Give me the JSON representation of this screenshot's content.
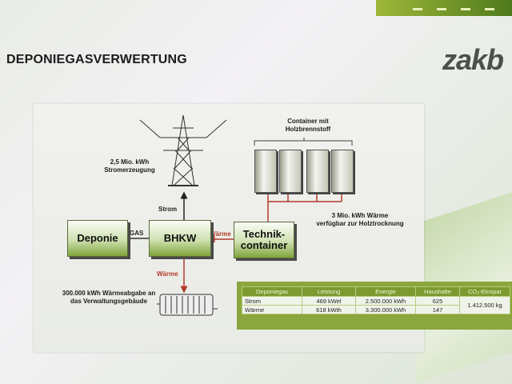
{
  "slide": {
    "title": "DEPONIEGASVERWERTUNG",
    "logo": "zakb"
  },
  "diagram": {
    "stromerzeugung": [
      "2,5 Mio. kWh",
      "Stromerzeugung"
    ],
    "container_title": [
      "Container mit",
      "Holzbrennstoff"
    ],
    "waerme_holz": [
      "3 Mio. kWh Wärme",
      "verfügbar zur Holztrocknung"
    ],
    "deponie": "Deponie",
    "bhkw": "BHKW",
    "technik": [
      "Technik-",
      "container"
    ],
    "gas_label": "GAS",
    "strom_label": "Strom",
    "waerme_right": "Wärme",
    "waerme_down": "Wärme",
    "verwaltung": [
      "300.000 kWh Wärmeabgabe an",
      "das Verwaltungsgebäude"
    ]
  },
  "table": {
    "headers": [
      "Deponiegas",
      "Leistung",
      "Energie",
      "Haushalte",
      "CO₂-Einspar"
    ],
    "rows": [
      [
        "Strom",
        "469 kWel",
        "2.500.000 kWh",
        "625",
        "1.412.500 kg"
      ],
      [
        "Wärme",
        "618 kWth",
        "3.300.000 kWh",
        "147",
        ""
      ]
    ]
  },
  "colors": {
    "accent_green": "#7fa43c",
    "arrow_red": "#b33a2a",
    "header_green": "#7c9a30"
  }
}
